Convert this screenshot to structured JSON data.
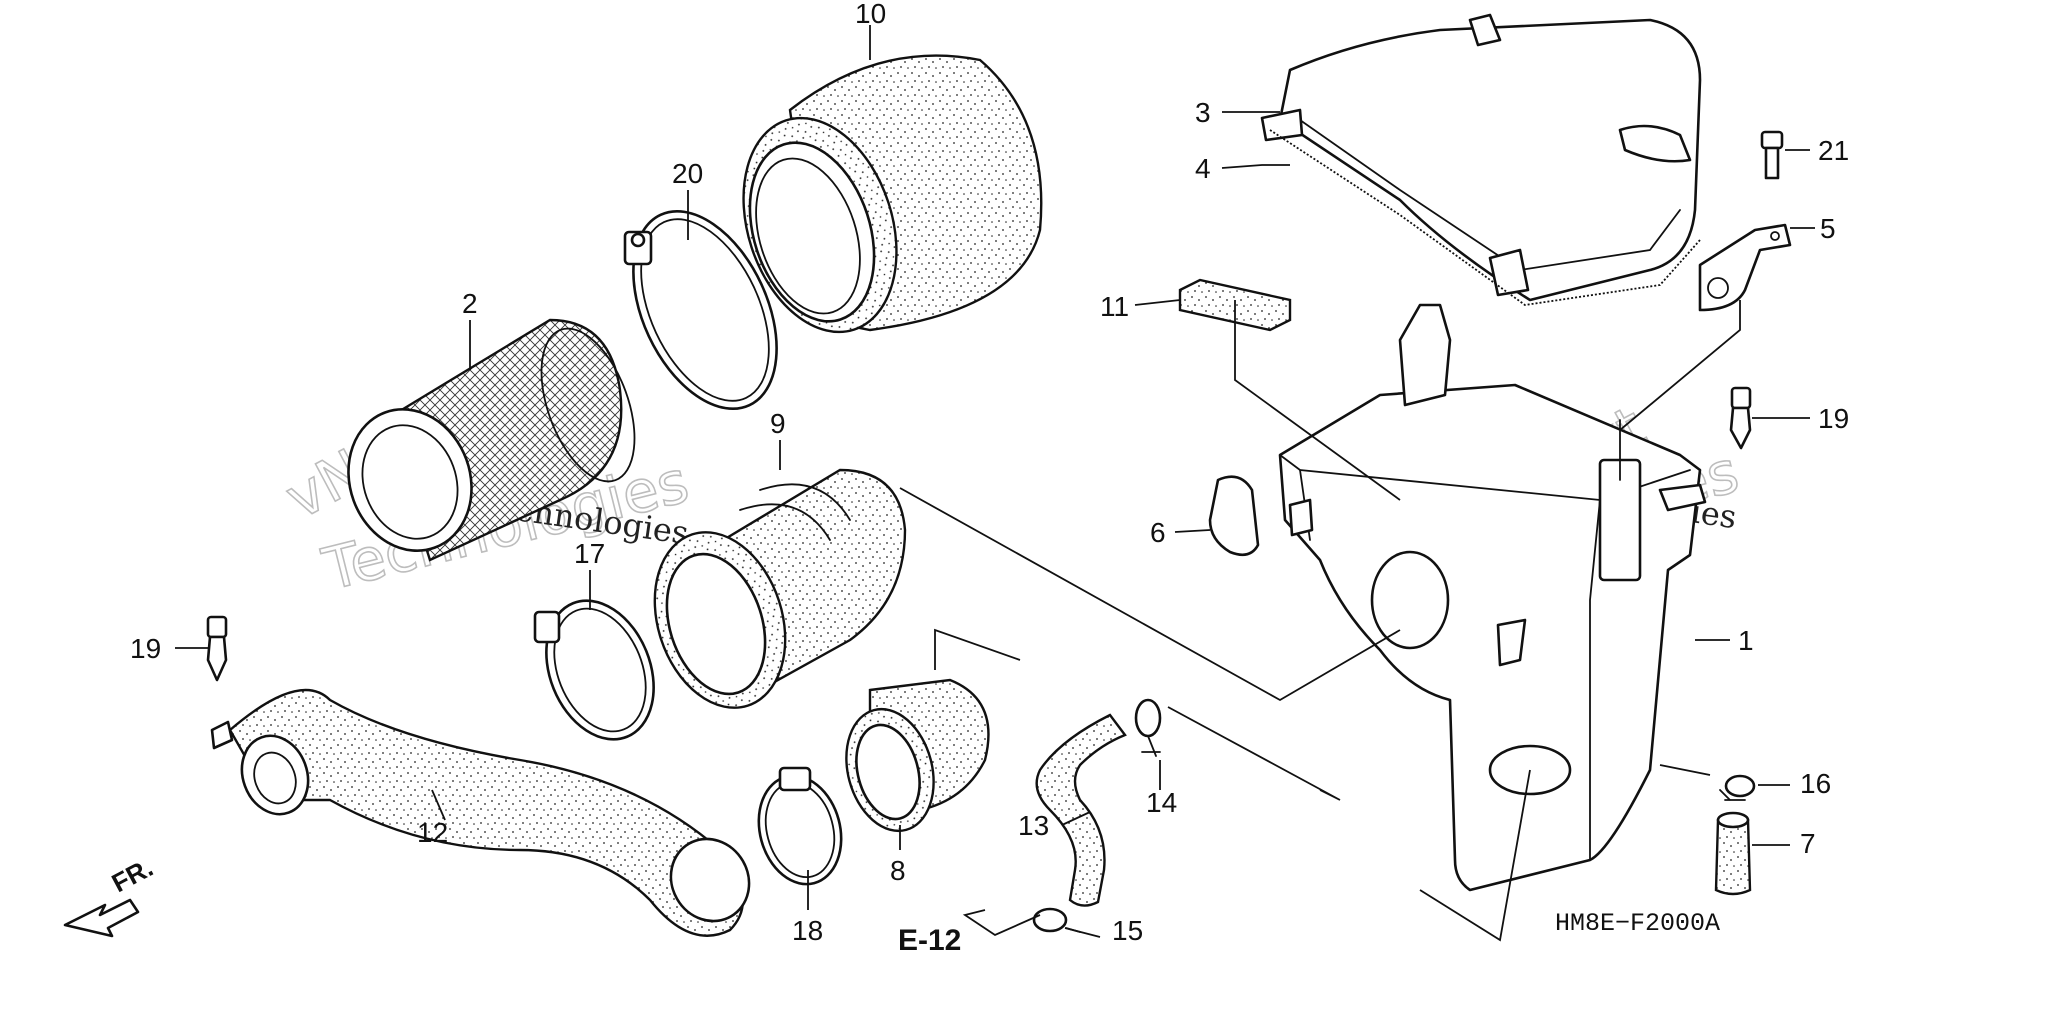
{
  "diagram": {
    "drawing_code": "HM8E−F2000A",
    "cross_reference": "E-12",
    "direction_label": "FR.",
    "watermark": {
      "brand": "vNext",
      "line": "vNext Technologies",
      "sub": "Technologies"
    },
    "callouts": [
      {
        "id": "1",
        "label": "1"
      },
      {
        "id": "2",
        "label": "2"
      },
      {
        "id": "3",
        "label": "3"
      },
      {
        "id": "4",
        "label": "4"
      },
      {
        "id": "5",
        "label": "5"
      },
      {
        "id": "6",
        "label": "6"
      },
      {
        "id": "7",
        "label": "7"
      },
      {
        "id": "8",
        "label": "8"
      },
      {
        "id": "9",
        "label": "9"
      },
      {
        "id": "10",
        "label": "10"
      },
      {
        "id": "11",
        "label": "11"
      },
      {
        "id": "12",
        "label": "12"
      },
      {
        "id": "13",
        "label": "13"
      },
      {
        "id": "14",
        "label": "14"
      },
      {
        "id": "15",
        "label": "15"
      },
      {
        "id": "16",
        "label": "16"
      },
      {
        "id": "17",
        "label": "17"
      },
      {
        "id": "18",
        "label": "18"
      },
      {
        "id": "19",
        "label": "19"
      },
      {
        "id": "20",
        "label": "20"
      },
      {
        "id": "21",
        "label": "21"
      }
    ]
  }
}
